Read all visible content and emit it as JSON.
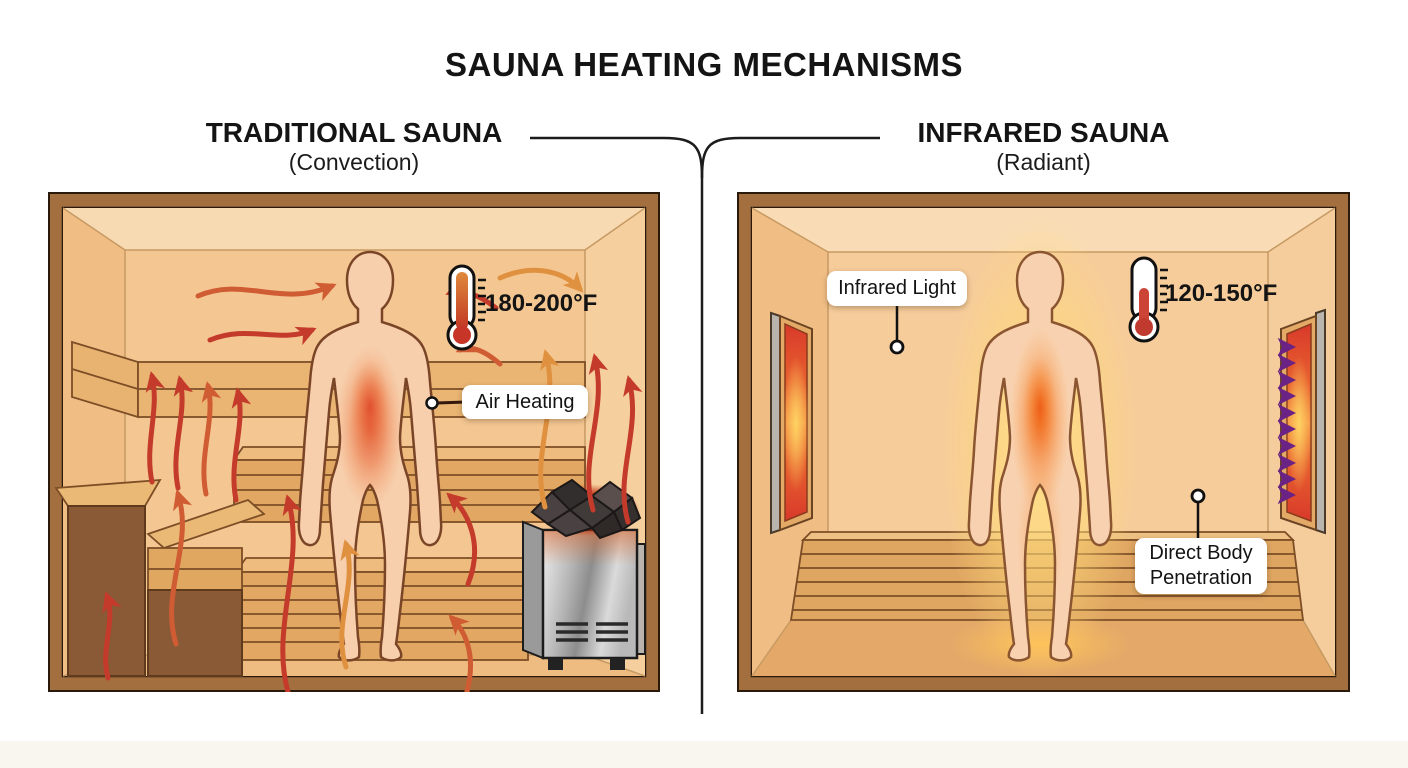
{
  "title": "SAUNA HEATING MECHANISMS",
  "panels": {
    "traditional": {
      "heading": "TRADITIONAL SAUNA",
      "subheading": "(Convection)",
      "temperature": "180-200°F",
      "labels": {
        "air_heating": "Air Heating"
      }
    },
    "infrared": {
      "heading": "INFRARED SAUNA",
      "subheading": "(Radiant)",
      "temperature": "120-150°F",
      "labels": {
        "infrared_light": "Infrared Light",
        "direct_body_penetration": "Direct Body Penetration"
      }
    }
  },
  "colors": {
    "frame_brown": "#a36f3e",
    "wall_tan": "#f4c792",
    "bench_top": "#eebc7e",
    "bench_face": "#e2a863",
    "bench_dark": "#8a5a36",
    "heat_orange": "#e0913f",
    "heat_red": "#c43a2b",
    "ray_red": "#c5302c",
    "ray_purple": "#6a2384",
    "thermo_red": "#c63527",
    "skin": "#f7cfad",
    "glow_yellow": "#ffde82"
  }
}
